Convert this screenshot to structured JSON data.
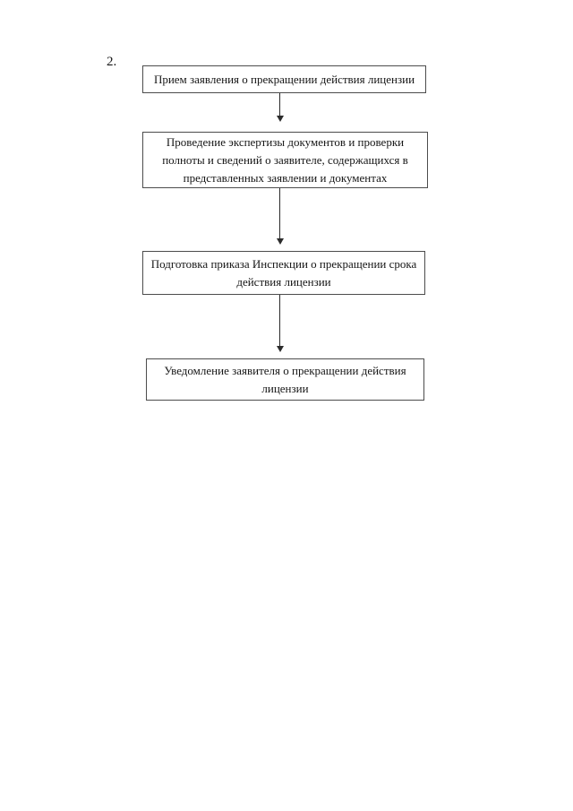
{
  "page": {
    "background": "#ffffff",
    "section_number": "2."
  },
  "flowchart": {
    "type": "vertical-flow",
    "box_border_color": "#4c4c4c",
    "arrow_color": "#2b2b2b",
    "text_color": "#161616",
    "steps": [
      {
        "id": 1,
        "text": "Прием заявления о прекращении действия лицензии"
      },
      {
        "id": 2,
        "text": "Проведение экспертизы документов и проверки\nполноты и сведений о заявителе, содержащихся в\nпредставленных заявлении и документах"
      },
      {
        "id": 3,
        "text": "Подготовка приказа Инспекции о прекращении срока\nдействия лицензии"
      },
      {
        "id": 4,
        "text": "Уведомление заявителя о прекращении действия\nлицензии"
      }
    ],
    "connectors": [
      {
        "from": 1,
        "to": 2,
        "direction": "down"
      },
      {
        "from": 2,
        "to": 3,
        "direction": "down"
      },
      {
        "from": 3,
        "to": 4,
        "direction": "down"
      }
    ]
  }
}
